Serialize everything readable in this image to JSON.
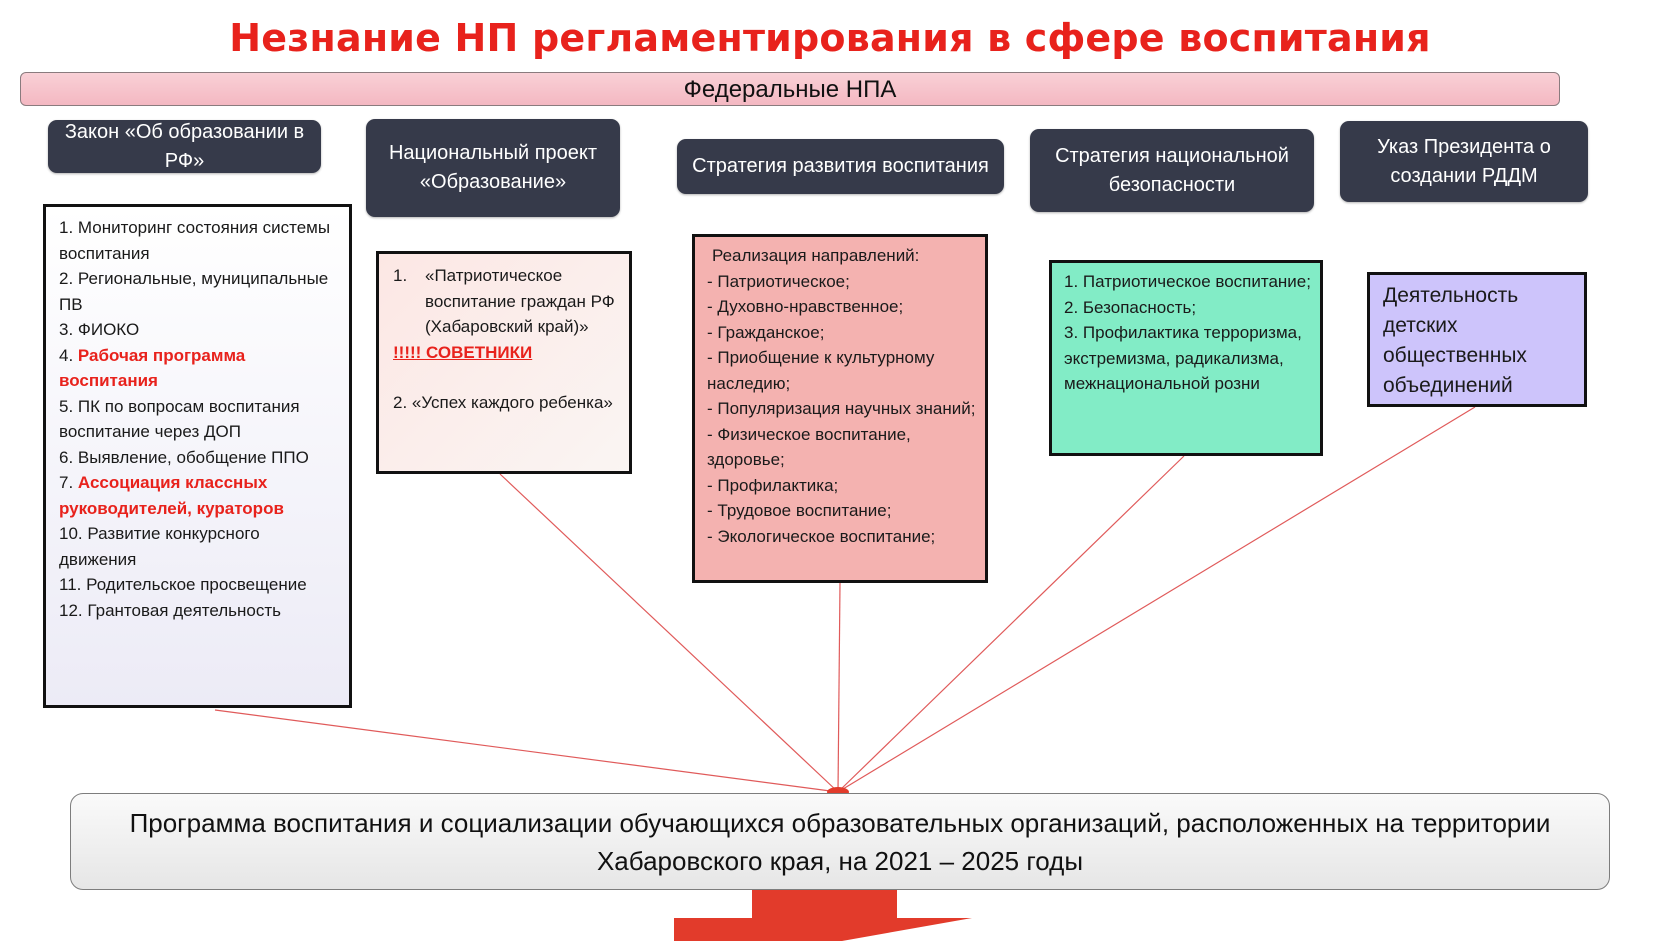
{
  "title": "Незнание НП регламентирования в сфере воспитания",
  "banner": "Федеральные НПА",
  "headers": [
    "Закон «Об образовании в РФ»",
    "Национальный проект «Образование»",
    "Стратегия развития воспитания",
    "Стратегия национальной безопасности",
    "Указ Президента о создании РДДМ"
  ],
  "box_law": {
    "items": [
      {
        "num": "1.",
        "text": "Мониторинг состояния системы воспитания"
      },
      {
        "num": "2.",
        "text": "Региональные, муниципальные ПВ"
      },
      {
        "num": "3.",
        "text": "ФИОКО"
      },
      {
        "num": "4.",
        "text": "Рабочая программа воспитания"
      },
      {
        "num": "5.",
        "text": "ПК по вопросам воспитания воспитание через ДОП"
      },
      {
        "num": "6.",
        "text": "Выявление, обобщение ППО"
      },
      {
        "num": "7.",
        "text": "Ассоциация классных руководителей, кураторов"
      },
      {
        "num": "10.",
        "text": "Развитие конкурсного движения"
      },
      {
        "num": "11.",
        "text": "Родительское просвещение"
      },
      {
        "num": "12.",
        "text": "Грантовая деятельность"
      }
    ]
  },
  "box_project": {
    "item1_num": "1.",
    "item1_text": "«Патриотическое воспитание граждан РФ (Хабаровский край)»",
    "warning": "!!!!! СОВЕТНИКИ",
    "item2": "2. «Успех каждого ребенка»"
  },
  "box_strategy": {
    "lead": "Реализация направлений:",
    "items": [
      "- Патриотическое;",
      "- Духовно-нравственное;",
      "- Гражданское;",
      "- Приобщение к культурному наследию;",
      "- Популяризация научных знаний;",
      "- Физическое воспитание, здоровье;",
      "- Профилактика;",
      "- Трудовое воспитание;",
      "- Экологическое воспитание;"
    ]
  },
  "box_security": {
    "items": [
      "1. Патриотическое воспитание;",
      "2. Безопасность;",
      "3. Профилактика терроризма, экстремизма, радикализма, межнациональной розни"
    ]
  },
  "box_decree": "Деятельность детских общественных объединений",
  "bottom": "Программа воспитания и социализации обучающихся образовательных организаций, расположенных на территории Хабаровского края, на 2021 – 2025 годы",
  "colors": {
    "title": "#e8221c",
    "header_bg": "#363a4a",
    "law_box": "#ecebf6",
    "project_box": "#fce7e4",
    "strategy_box": "#f4b2b0",
    "security_box": "#82ecc6",
    "decree_box": "#cdc4fb",
    "connector": "#e05050",
    "arrow": "#e23b2b"
  }
}
